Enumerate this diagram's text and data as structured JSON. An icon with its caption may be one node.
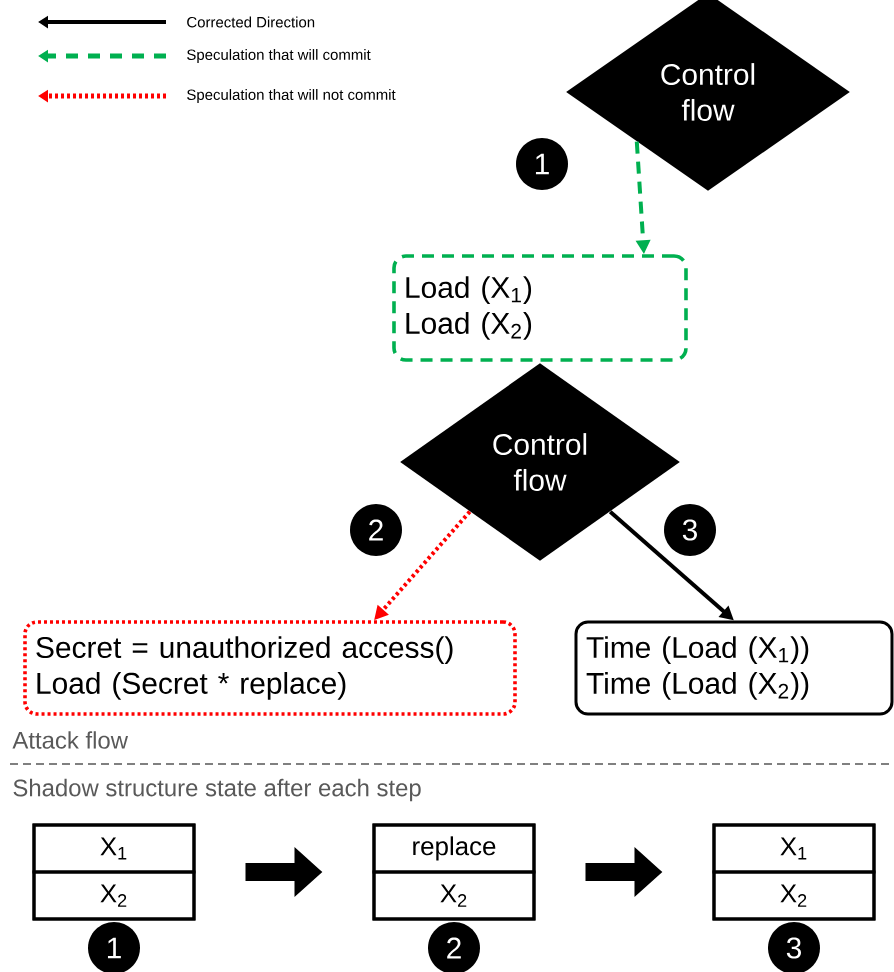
{
  "diagram": {
    "nodes": [
      {
        "text": [
          "Control flow"
        ]
      },
      {
        "text": [
          "Load (X$_{1}$)",
          "Load (X$_{2}$)"
        ]
      },
      {
        "text": [
          "Control flow"
        ]
      },
      {
        "text": [
          "Secret = unauthorized access()",
          "Load (Secret * replace)"
        ]
      },
      {
        "text": [
          "Time (Load (X$_{1}$))",
          "Time (Load (X$_{2}$))"
        ]
      },
      {
        "text": [],
        "shape": "box"
      },
      {
        "text": [
          "X$_{1}$"
        ],
        "in": 5
      },
      {
        "text": [
          "X$_{2}$"
        ],
        "in": 5
      },
      {
        "text": [],
        "shape": "box"
      },
      {
        "text": [
          "replace"
        ],
        "in": 8
      },
      {
        "text": [
          "X$_{2}$"
        ],
        "in": 8
      },
      {
        "text": [],
        "shape": "box"
      },
      {
        "text": [
          "X$_{1}$"
        ],
        "in": 11
      },
      {
        "text": [
          "X$_{2}$"
        ],
        "in": 11
      }
    ],
    "edges": [
      {
        "from": 0,
        "to": 1,
        "arrow": "to",
        "style": "dashed",
        "color": "#00b050"
      },
      {
        "from": 2,
        "to": 3,
        "arrow": "to",
        "style": "dashed",
        "color": "#ff0000"
      },
      {
        "from": 2,
        "to": 4,
        "arrow": "to"
      },
      {
        "from": 5,
        "to": 8,
        "arrow": "to",
        "style": "thick"
      },
      {
        "from": 8,
        "to": 11,
        "arrow": "to",
        "style": "thick"
      }
    ],
    "labels": [
      "1",
      "2",
      "3",
      "Attack flow",
      "Shadow structure state after each step",
      "1",
      "2",
      "3"
    ],
    "legend": [
      {
        "text": "Corrected Direction"
      },
      {
        "text": "Speculation that will commit"
      },
      {
        "text": "Speculation that will not commit"
      }
    ]
  }
}
